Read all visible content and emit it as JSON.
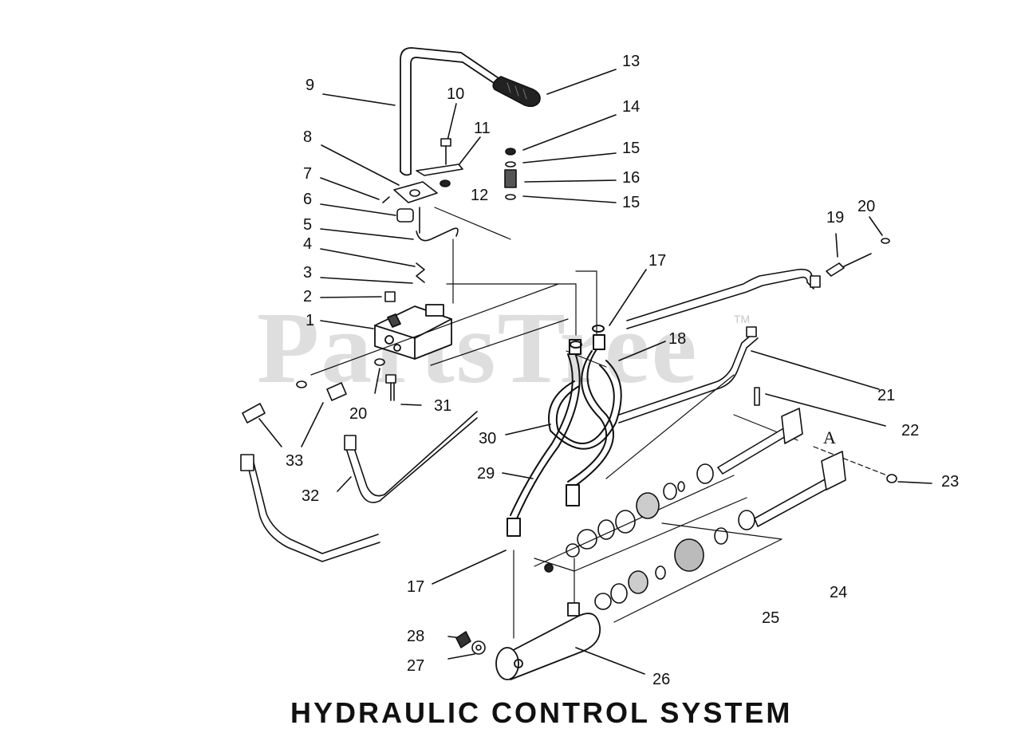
{
  "watermark": {
    "text": "PartsTree",
    "trademark": "TM"
  },
  "detail_marker": "A",
  "footer_title": "HYDRAULIC CONTROL SYSTEM",
  "callouts": [
    "1",
    "2",
    "3",
    "4",
    "5",
    "6",
    "7",
    "8",
    "9",
    "10",
    "11",
    "12",
    "13",
    "14",
    "15",
    "15",
    "16",
    "17",
    "17",
    "18",
    "19",
    "20",
    "20",
    "21",
    "22",
    "23",
    "24",
    "25",
    "26",
    "27",
    "28",
    "29",
    "30",
    "31",
    "32",
    "33"
  ]
}
